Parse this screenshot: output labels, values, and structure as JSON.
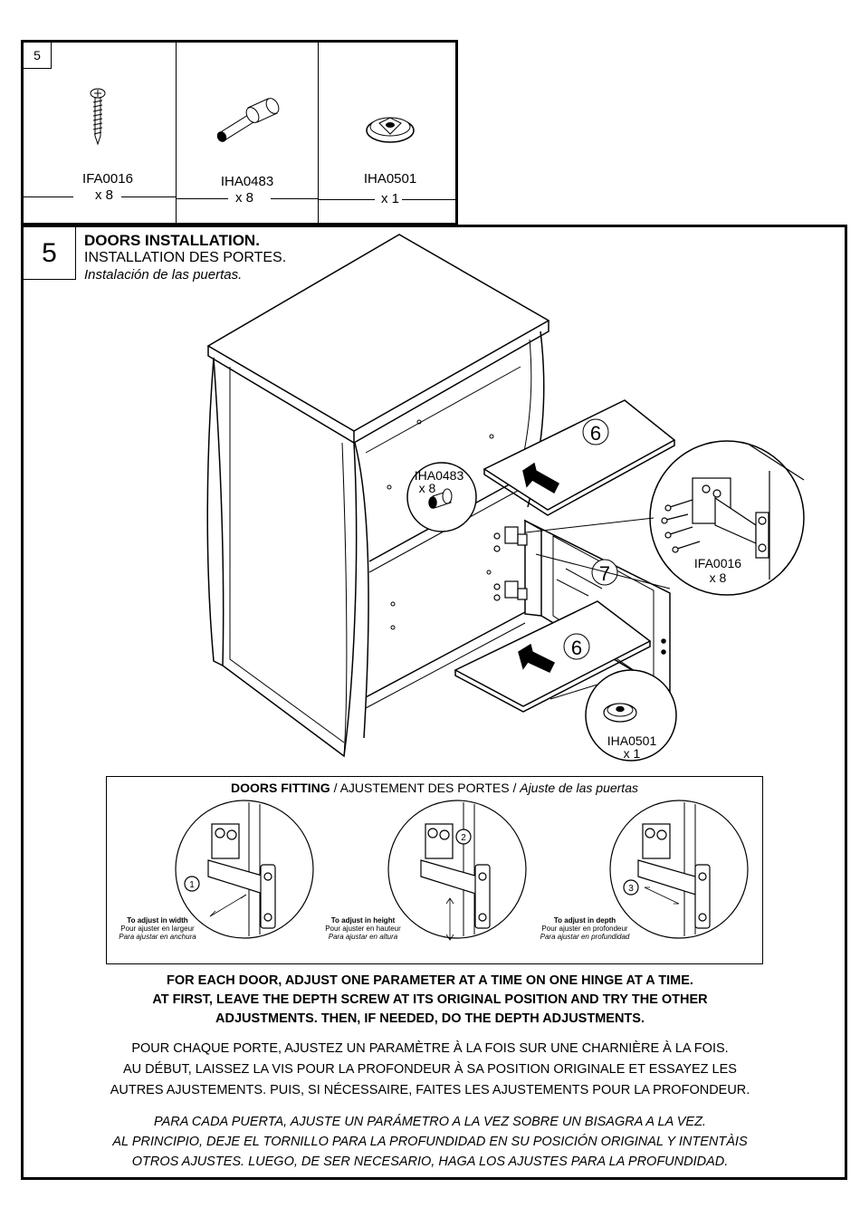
{
  "parts_table": {
    "step_number": "5",
    "items": [
      {
        "code": "IFA0016",
        "qty": "x 8",
        "icon": "screw-icon"
      },
      {
        "code": "IHA0483",
        "qty": "x 8",
        "icon": "handle-icon"
      },
      {
        "code": "IHA0501",
        "qty": "x 1",
        "icon": "pad-icon"
      }
    ]
  },
  "step": {
    "number": "5",
    "title_en": "DOORS INSTALLATION.",
    "title_fr": "INSTALLATION DES PORTES.",
    "title_es": "Instalación de las puertas."
  },
  "diagram": {
    "handle_label": "IHA0483",
    "handle_qty": "x 8",
    "screw_label": "IFA0016",
    "screw_qty": "x 8",
    "pad_label": "IHA0501",
    "pad_qty": "x 1",
    "door_top_num": "6",
    "door_bottom_num": "6",
    "panel_num": "7"
  },
  "fitting": {
    "title_bold": "DOORS FITTING",
    "title_sep1": " / ",
    "title_fr": "AJUSTEMENT DES PORTES",
    "title_sep2": " / ",
    "title_es": "Ajuste de las puertas",
    "panels": [
      {
        "num": "1",
        "en": "To adjust in width",
        "fr": "Pour ajuster en largeur",
        "es": "Para ajustar en anchura"
      },
      {
        "num": "2",
        "en": "To adjust in height",
        "fr": "Pour ajuster en hauteur",
        "es": "Para ajustar en altura"
      },
      {
        "num": "3",
        "en": "To adjust in depth",
        "fr": "Pour ajuster en profondeur",
        "es": "Para ajustar en profundidad"
      }
    ]
  },
  "instructions": {
    "en": [
      "FOR EACH DOOR, ADJUST ONE PARAMETER AT A TIME ON ONE HINGE AT A TIME.",
      "AT FIRST, LEAVE THE DEPTH SCREW AT ITS ORIGINAL POSITION AND TRY THE OTHER",
      "ADJUSTMENTS. THEN, IF NEEDED, DO THE DEPTH ADJUSTMENTS."
    ],
    "fr": [
      "POUR CHAQUE PORTE, AJUSTEZ UN PARAMÈTRE À LA FOIS SUR UNE CHARNIÈRE À LA FOIS.",
      "AU DÉBUT, LAISSEZ LA VIS POUR LA PROFONDEUR À SA POSITION ORIGINALE ET ESSAYEZ LES",
      "AUTRES AJUSTEMENTS. PUIS, SI NÉCESSAIRE, FAITES LES AJUSTEMENTS POUR LA PROFONDEUR."
    ],
    "es": [
      "PARA CADA PUERTA, AJUSTE UN PARÁMETRO A LA VEZ SOBRE UN BISAGRA A LA VEZ.",
      "AL PRINCIPIO, DEJE EL TORNILLO PARA LA PROFUNDIDAD EN SU POSICIÓN ORIGINAL Y INTENTÀIS",
      "OTROS AJUSTES. LUEGO, DE SER NECESARIO, HAGA LOS AJUSTES PARA LA PROFUNDIDAD."
    ]
  }
}
